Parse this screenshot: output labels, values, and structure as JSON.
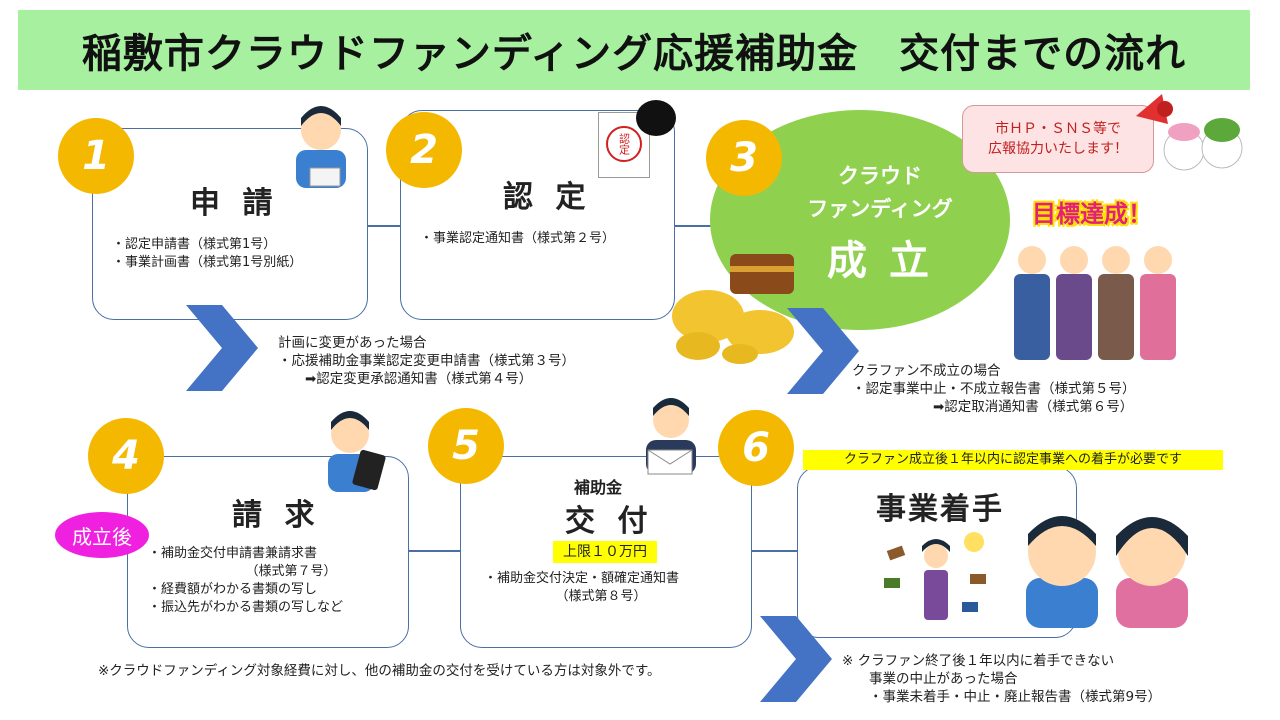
{
  "title": "稲敷市クラウドファンディング応援補助金　交付までの流れ",
  "steps": [
    {
      "number": "1",
      "heading": "申 請",
      "items": "・認定申請書（様式第1号）\n・事業計画書（様式第1号別紙）"
    },
    {
      "number": "2",
      "heading": "認 定",
      "items": "・事業認定通知書（様式第２号）"
    },
    {
      "number": "3",
      "line1": "クラウド",
      "line2": "ファンディング",
      "line3": "成 立"
    },
    {
      "number": "4",
      "heading": "請 求",
      "items": "・補助金交付申請書兼請求書\n　　　　　　　　（様式第７号）\n・経費額がわかる書類の写し\n・振込先がわかる書類の写しなど"
    },
    {
      "number": "5",
      "sub": "補助金",
      "heading": "交 付",
      "limit": "上限１０万円",
      "items": "・補助金交付決定・額確定通知書\n　　　　　　（様式第８号）"
    },
    {
      "number": "6",
      "heading": "事業着手",
      "banner": "クラファン成立後１年以内に認定事業への着手が必要です"
    }
  ],
  "notes": {
    "change": "計画に変更があった場合\n・応援補助金事業認定変更申請書（様式第３号）\n　　➡認定変更承認通知書（様式第４号）",
    "failure": "クラファン不成立の場合\n・認定事業中止・不成立報告書（様式第５号）\n　　　　　　➡認定取消通知書（様式第６号）",
    "exclusion": "※クラウドファンディング対象経費に対し、他の補助金の交付を受けている方は対象外です。",
    "cancel": "※ クラファン終了後１年以内に着手できない\n　　事業の中止があった場合\n　　・事業未着手・中止・廃止報告書（様式第9号）"
  },
  "callout": {
    "line1": "市ＨＰ・ＳＮＳ等で",
    "line2": "広報協力いたします！"
  },
  "goal": "目標達成！",
  "after_badge": "成立後",
  "stamp": "認定",
  "colors": {
    "title_bg": "#a6f0a0",
    "circle": "#f5b800",
    "ellipse": "#8fd14f",
    "arrow": "#4472c4",
    "badge": "#f020e0",
    "highlight": "#ffff00"
  }
}
